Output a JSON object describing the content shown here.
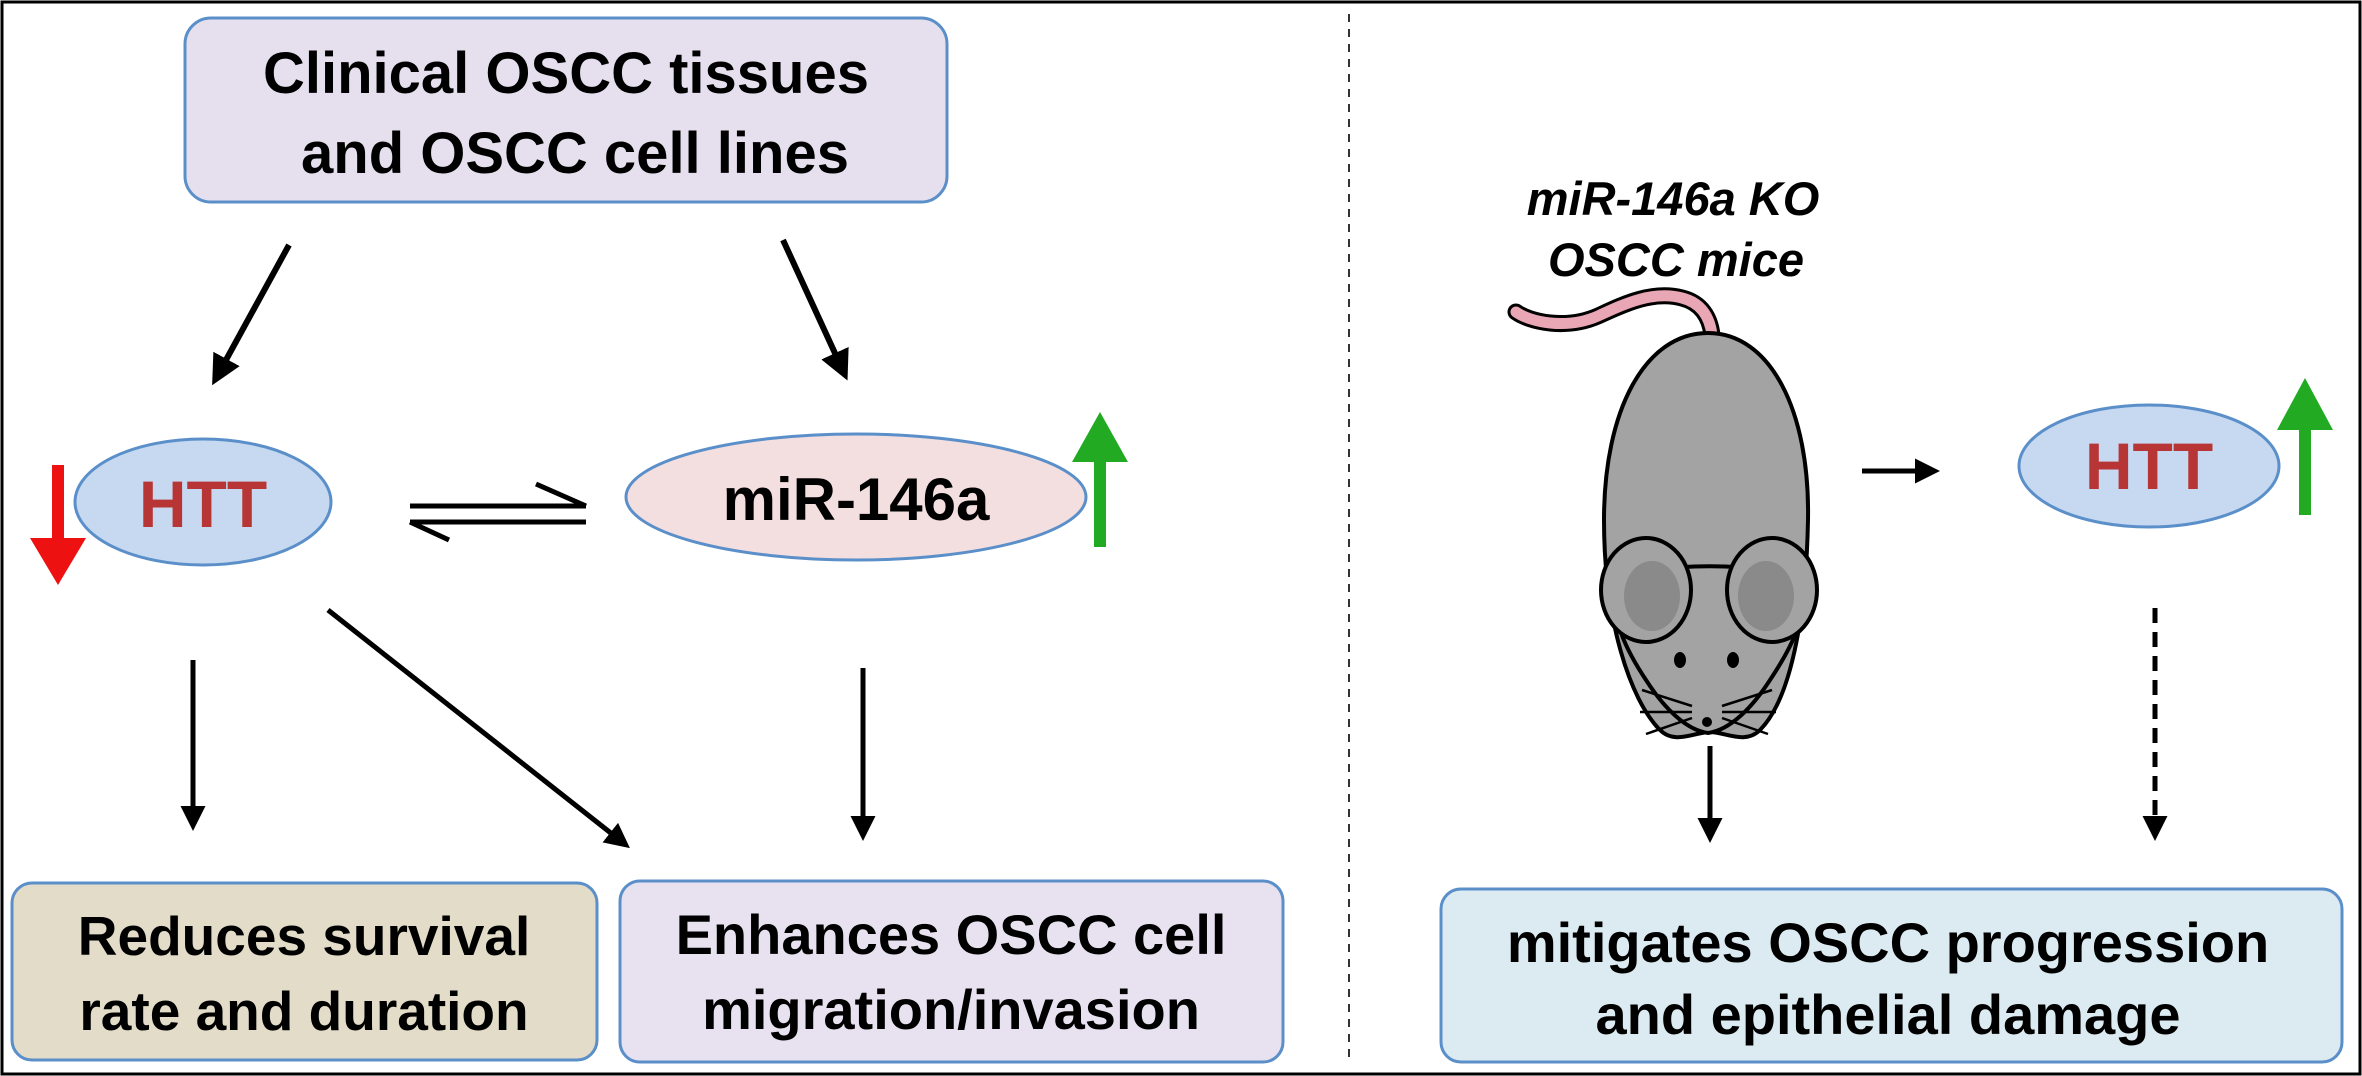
{
  "colors": {
    "top_box_fill": "#e6e0ee",
    "tan_box_fill": "#e2dcc8",
    "lavender_box_fill": "#e8e2f0",
    "blue_box_fill": "#dcebf2",
    "box_stroke": "#5b8fc9",
    "htt_ellipse_fill": "#c6d9f0",
    "mir_ellipse_fill": "#f4dfe0",
    "htt_text": "#b83535",
    "down_arrow": "#ee1111",
    "up_arrow": "#22aa22",
    "mouse_body": "#a3a3a3",
    "mouse_tail": "#e9a6b4",
    "mouse_ear_inner": "#8a8a8a"
  },
  "left_panel": {
    "source_box": {
      "line1": "Clinical OSCC tissues",
      "line2": "and OSCC cell lines"
    },
    "htt_label": "HTT",
    "mir_label": "miR-146a",
    "survival_box": {
      "line1": "Reduces survival",
      "line2": "rate and duration"
    },
    "migration_box": {
      "line1": "Enhances OSCC cell",
      "line2": "migration/invasion"
    }
  },
  "right_panel": {
    "mouse_label": {
      "line1": "miR-146a KO",
      "line2": "OSCC mice"
    },
    "htt_label": "HTT",
    "outcome_box": {
      "line1": "mitigates OSCC progression",
      "line2": "and epithelial damage"
    }
  },
  "icons": {
    "mouse": "mouse-illustration-icon",
    "down": "red-down-arrow-icon",
    "up": "green-up-arrow-icon"
  }
}
